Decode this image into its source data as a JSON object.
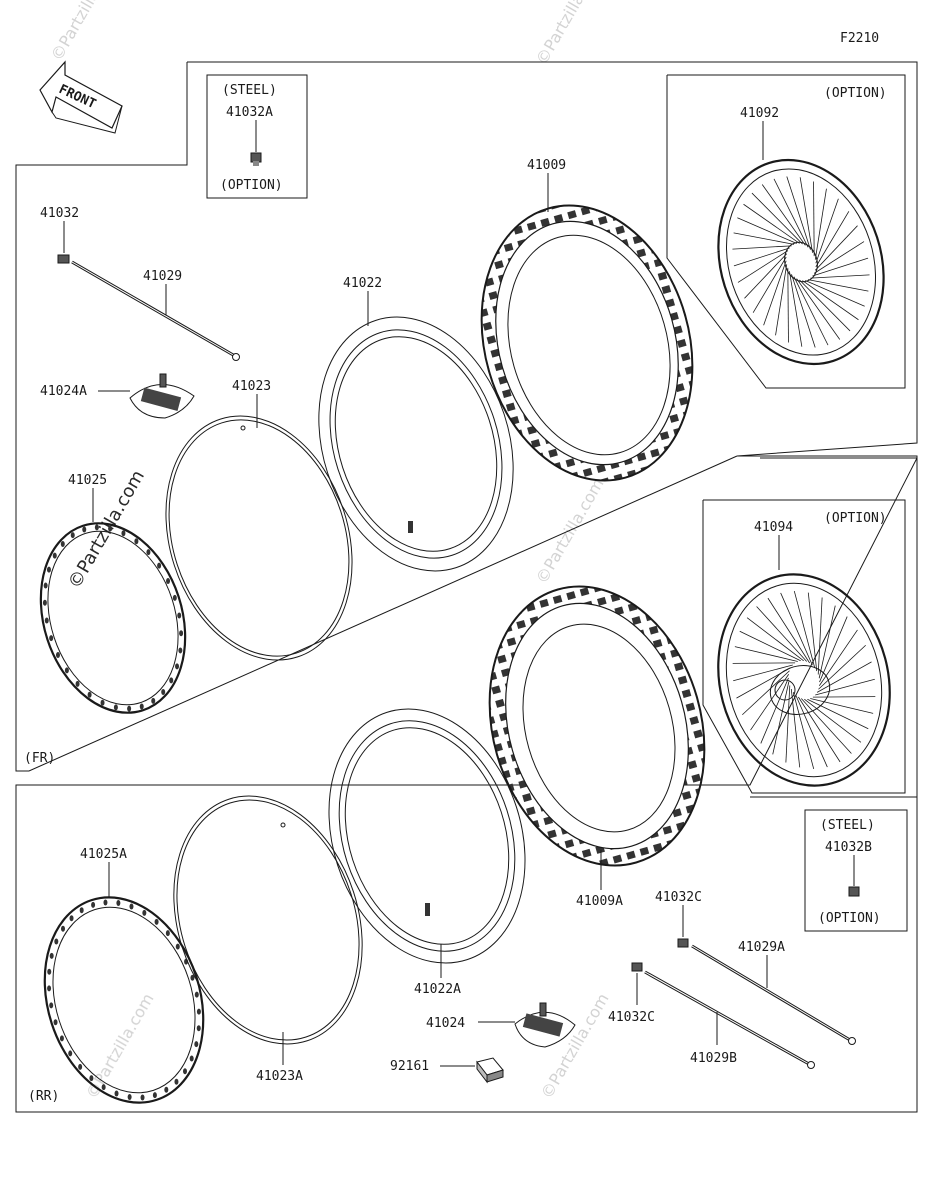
{
  "diagram": {
    "code": "F2210",
    "front_arrow": "FRONT",
    "sections": {
      "front": "(FR)",
      "rear": "(RR)"
    },
    "notes": {
      "steel": "(STEEL)",
      "option": "(OPTION)"
    },
    "parts": {
      "p41032A": "41032A",
      "p41092": "41092",
      "p41009": "41009",
      "p41032": "41032",
      "p41029": "41029",
      "p41022": "41022",
      "p41024A": "41024A",
      "p41023": "41023",
      "p41025": "41025",
      "p41094": "41094",
      "p41009A": "41009A",
      "p41032B": "41032B",
      "p41025A": "41025A",
      "p41022A": "41022A",
      "p41032C_1": "41032C",
      "p41029A": "41029A",
      "p41024": "41024",
      "p41032C_2": "41032C",
      "p41029B": "41029B",
      "p92161": "92161",
      "p41023A": "41023A"
    },
    "watermarks": [
      "©Partzilla.com",
      "©Partzilla.com"
    ]
  }
}
